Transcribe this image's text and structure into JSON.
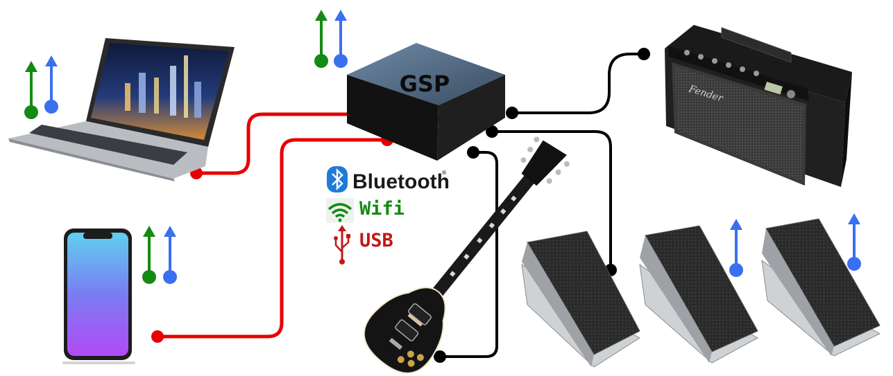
{
  "hub": {
    "label": "GSP"
  },
  "connectivity": [
    {
      "label": "Bluetooth",
      "icon": "bluetooth-icon",
      "color": "#1a1a1a",
      "icon_color": "#1e7bd8"
    },
    {
      "label": "Wifi",
      "icon": "wifi-icon",
      "color": "#138a13",
      "icon_color": "#138a13"
    },
    {
      "label": "USB",
      "icon": "usb-icon",
      "color": "#c01818",
      "icon_color": "#c01818"
    }
  ],
  "connection_types": {
    "wifi": "#138a13",
    "bluetooth": "#3a6ff0",
    "usb_cable": "#e60000",
    "audio_cable": "#000000"
  },
  "devices": [
    "laptop",
    "smartphone",
    "gsp-box",
    "guitar",
    "amplifier",
    "expression-pedal",
    "expression-pedal",
    "expression-pedal"
  ],
  "brand_text": {
    "amp_badge": "Fender"
  }
}
